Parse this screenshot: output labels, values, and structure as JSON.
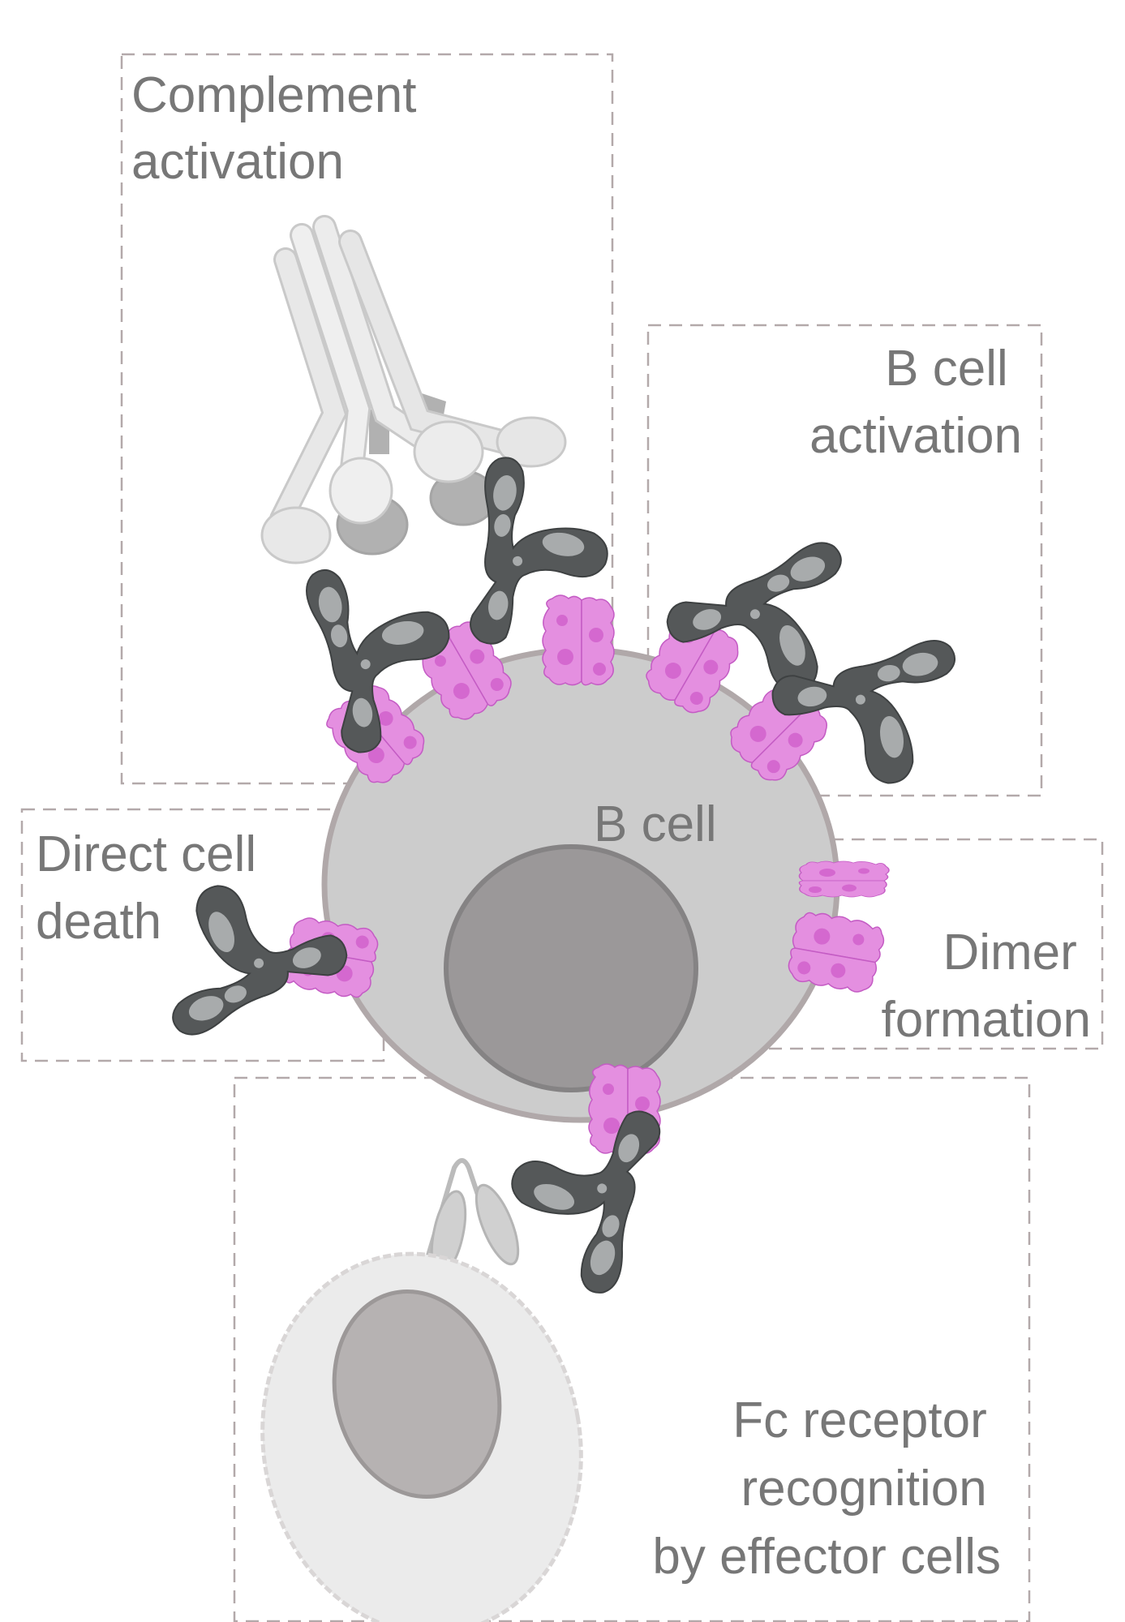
{
  "figure": {
    "description": "Mechanisms of action of anti-CD20 antibodies on a B cell",
    "colors": {
      "text": "#777777",
      "box_border": "#b3a9aa",
      "b_cell_fill": "#cccccc",
      "b_cell_border": "#b0a8a9",
      "nucleus_fill": "#9b9899",
      "cd20": "#e48fe0",
      "antibody_dark": "#555859",
      "antibody_light": "#a8abac",
      "complement": "#e6e6e6",
      "effector_cell": "#ebebeb"
    }
  },
  "panels": [
    {
      "id": "complement",
      "lines": [
        "Complement",
        "activation"
      ]
    },
    {
      "id": "bcell-activation",
      "lines": [
        "B cell",
        "activation"
      ]
    },
    {
      "id": "direct-death",
      "lines": [
        "Direct cell",
        "death"
      ]
    },
    {
      "id": "dimer",
      "lines": [
        "Dimer",
        "formation"
      ]
    },
    {
      "id": "fc-receptor",
      "lines": [
        "Fc receptor",
        "recognition",
        "by effector cells"
      ]
    }
  ],
  "center_label": "B cell"
}
